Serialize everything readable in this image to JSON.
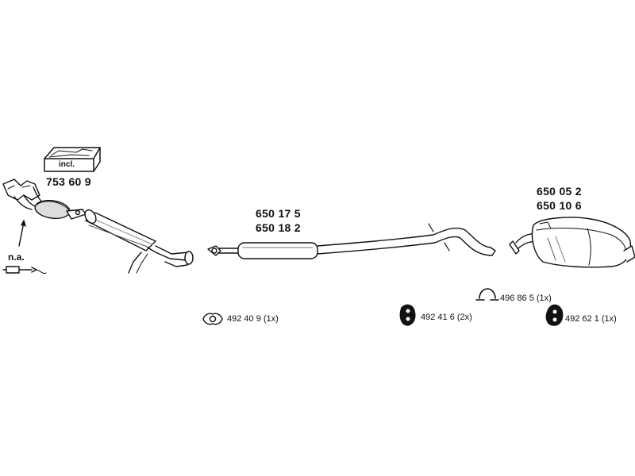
{
  "diagram": {
    "manifold": {
      "incl_label": "incl.",
      "part_number": "753 60 9",
      "na_label": "n.a."
    },
    "middle_silencer": {
      "part_numbers": [
        "650 17 5",
        "650 18 2"
      ]
    },
    "rear_silencer": {
      "part_numbers": [
        "650 05 2",
        "650 10 6"
      ]
    },
    "accessories": [
      {
        "icon": "flange-gasket-icon",
        "text": "492 40 9 (1x)"
      },
      {
        "icon": "rubber-mount-icon",
        "text": "492 41 6 (2x)"
      },
      {
        "icon": "clamp-ring-icon",
        "text": "496 86 5 (1x)"
      },
      {
        "icon": "rubber-mount-icon",
        "text": "492 62 1 (1x)"
      }
    ]
  }
}
